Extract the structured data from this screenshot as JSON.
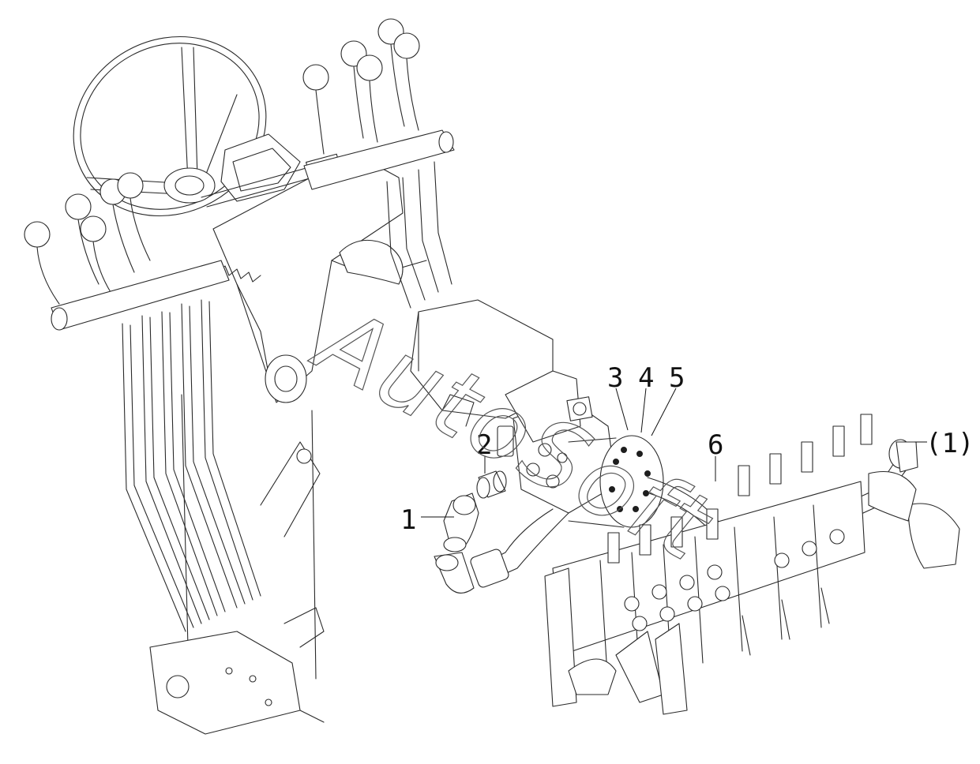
{
  "watermark": "AutoSoft",
  "callouts": {
    "c1": "1",
    "c2": "2",
    "c3": "3",
    "c4": "4",
    "c5": "5",
    "c6": "6",
    "c1ref": "(1)"
  },
  "colors": {
    "line": "#2a2a2a",
    "background": "#ffffff",
    "text": "#111111"
  }
}
